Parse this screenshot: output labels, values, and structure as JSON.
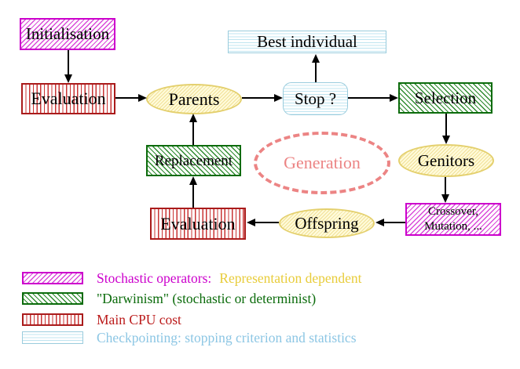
{
  "nodes": {
    "initialisation": "Initialisation",
    "evaluation_top": "Evaluation",
    "parents": "Parents",
    "stop": "Stop ?",
    "best_individual": "Best individual",
    "selection": "Selection",
    "genitors": "Genitors",
    "crossover_line1": "Crossover,",
    "crossover_line2": "Mutation, ...",
    "offspring": "Offspring",
    "evaluation_bottom": "Evaluation",
    "replacement": "Replacement",
    "generation": "Generation"
  },
  "legend": {
    "stochastic": {
      "label": "Stochastic operators:",
      "extra": "Representation dependent"
    },
    "darwinism": {
      "label": "\"Darwinism\" (stochastic or determinist)"
    },
    "cpu": {
      "label": "Main CPU cost"
    },
    "checkpointing": {
      "label": "Checkpointing: stopping criterion and statistics"
    }
  },
  "colors": {
    "magenta": "#cc00cc",
    "gold": "#e8cc3a",
    "green": "#0b6b0b",
    "red": "#bb1b1b",
    "cyan": "#9accdd",
    "salmon": "#ec8484",
    "yellow": "#e4d06e"
  }
}
